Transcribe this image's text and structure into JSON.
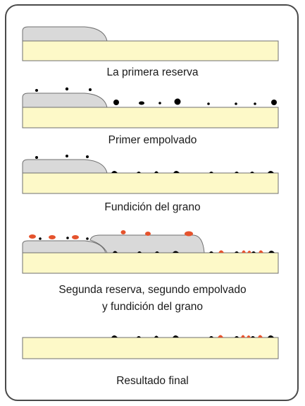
{
  "steps": [
    {
      "caption": "La primera reserva"
    },
    {
      "caption": "Primer empolvado"
    },
    {
      "caption": "Fundición del grano"
    },
    {
      "caption_line1": "Segunda reserva, segundo empolvado",
      "caption_line2": "y fundición del grano"
    },
    {
      "caption": "Resultado final"
    }
  ],
  "colors": {
    "plate": "#fdf9c8",
    "reserve": "#d9d9d9",
    "resin_first": "#000000",
    "resin_second": "#e5532d",
    "outline": "#707070",
    "frame": "#4a4a4a"
  }
}
